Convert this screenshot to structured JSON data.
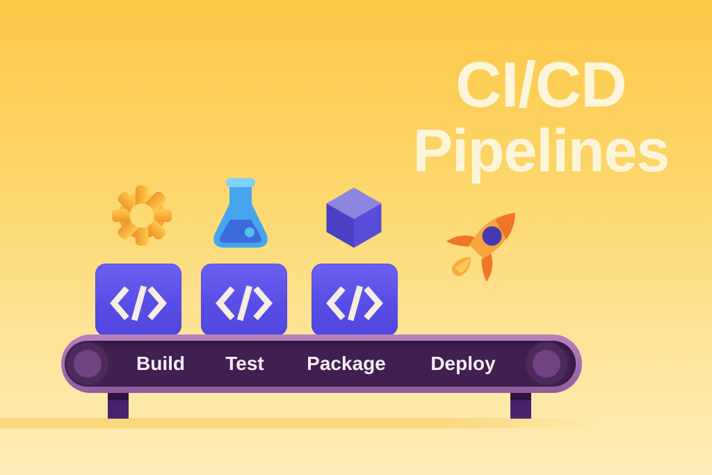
{
  "title": {
    "line1": "CI/CD",
    "line2": "Pipelines"
  },
  "pipeline": {
    "stages": [
      {
        "label": "Build",
        "icon": "gear-icon"
      },
      {
        "label": "Test",
        "icon": "flask-icon"
      },
      {
        "label": "Package",
        "icon": "cube-icon"
      },
      {
        "label": "Deploy",
        "icon": "rocket-icon"
      }
    ],
    "package_glyph": "</>",
    "package_box_count": 3
  },
  "colors": {
    "background_top": "#fbc847",
    "background_bottom": "#fdedb8",
    "title_text": "#fdf5d9",
    "code_box": "#584ee6",
    "code_glyph": "#f6eee2",
    "belt_frame": "#a26eae",
    "belt_surface": "#402051",
    "belt_label_text": "#f3edf3",
    "roller": "#4d2a5c",
    "roller_hub": "#6f4382",
    "leg": "#4a2470",
    "gear": "#f49d2c",
    "flask_body": "#45a5ef",
    "flask_liquid": "#3e6ade",
    "flask_rim": "#7fd2f4",
    "cube_top": "#8d86e1",
    "cube_left": "#4a41c4",
    "cube_right": "#574dd8",
    "rocket_body": "#f8a53d",
    "rocket_accent": "#ef7527",
    "rocket_window": "#4637b0",
    "flame": "#f9aa3e"
  }
}
